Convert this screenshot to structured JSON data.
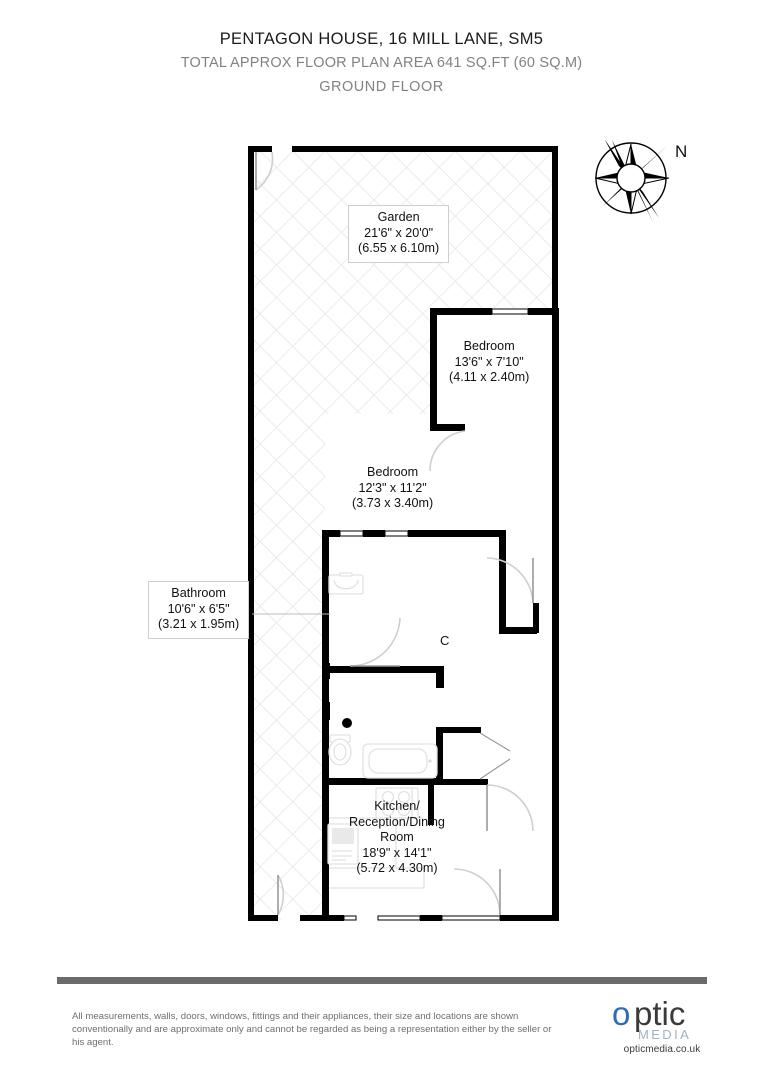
{
  "header": {
    "title": "PENTAGON HOUSE, 16 MILL LANE, SM5",
    "area_line": "TOTAL APPROX FLOOR PLAN AREA 641 SQ.FT (60 SQ.M)",
    "floor_line": "GROUND FLOOR"
  },
  "compass": {
    "north_label": "N",
    "icon": "compass-rose-icon"
  },
  "rooms": [
    {
      "key": "garden",
      "name": "Garden",
      "dim_imperial": "21'6\" x 20'0\"",
      "dim_metric": "(6.55 x 6.10m)"
    },
    {
      "key": "bedroom_1",
      "name": "Bedroom",
      "dim_imperial": "13'6\" x 7'10\"",
      "dim_metric": "(4.11 x 2.40m)"
    },
    {
      "key": "bedroom_2",
      "name": "Bedroom",
      "dim_imperial": "12'3\" x 11'2\"",
      "dim_metric": "(3.73 x 3.40m)"
    },
    {
      "key": "bathroom",
      "name": "Bathroom",
      "dim_imperial": "10'6\" x 6'5\"",
      "dim_metric": "(3.21 x 1.95m)"
    },
    {
      "key": "kitchen",
      "name_line_1": "Kitchen/",
      "name_line_2": "Reception/Dining",
      "name_line_3": "Room",
      "dim_imperial": "18'9\" x 14'1\"",
      "dim_metric": "(5.72 x 4.30m)"
    }
  ],
  "annotations": {
    "cupboard": "C"
  },
  "fixtures": [
    "sink-icon",
    "toilet-icon",
    "bathtub-icon",
    "hob-icon",
    "fridge-icon",
    "ceiling-light-icon"
  ],
  "footer": {
    "disclaimer": "All measurements, walls, doors, windows, fittings and their appliances, their size and locations are shown conventionally and are approximate only and cannot be regarded as being a representation either by the seller or his agent.",
    "logo_word_1": "o",
    "logo_word_2": "ptic",
    "logo_sub": "MEDIA",
    "logo_url": "opticmedia.co.uk"
  },
  "colors": {
    "wall": "#000000",
    "hatch": "#e2e2e2",
    "fixture_outline": "#e8e8e8",
    "divider": "#6a6a6a",
    "muted_text": "#828282",
    "logo_blue": "#2f6cb0",
    "logo_dark": "#3a3a3a",
    "logo_grey": "#9fb3c4"
  }
}
